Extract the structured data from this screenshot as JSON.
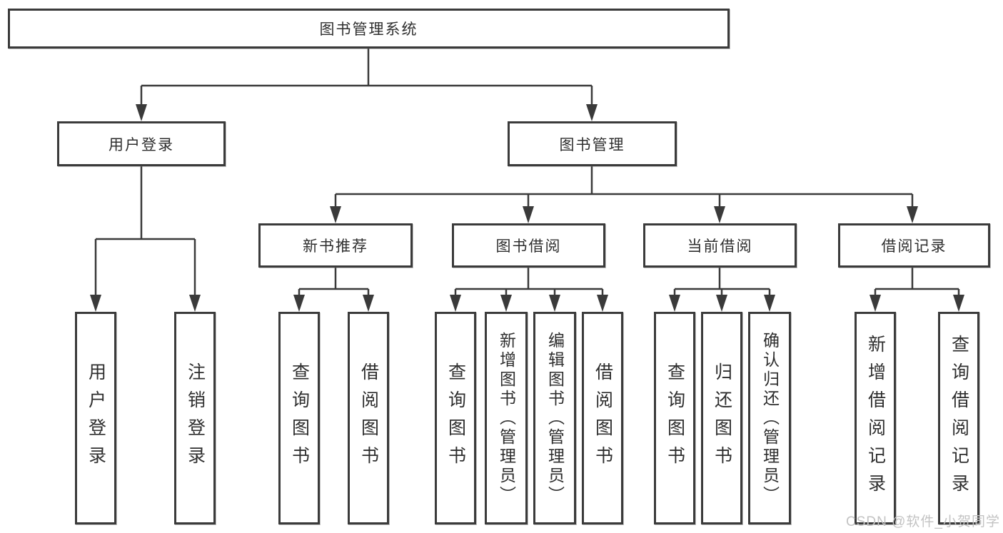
{
  "colors": {
    "line": "#3a3a3a",
    "box_border": "#3b3b3b",
    "box_fill": "#ffffff",
    "text": "#2e2e2e",
    "watermark": "#c3c3c3"
  },
  "watermark": {
    "text": "CSDN @软件_小贺同学"
  },
  "tree": {
    "root": {
      "label": "图书管理系统"
    },
    "branches": [
      {
        "label": "用户登录",
        "children": [
          {
            "label": "用户登录"
          },
          {
            "label": "注销登录"
          }
        ]
      },
      {
        "label": "图书管理",
        "children": [
          {
            "label": "新书推荐",
            "children": [
              {
                "label": "查询图书"
              },
              {
                "label": "借阅图书"
              }
            ]
          },
          {
            "label": "图书借阅",
            "children": [
              {
                "label": "查询图书"
              },
              {
                "label": "新增图书（管理员）"
              },
              {
                "label": "编辑图书（管理员）"
              },
              {
                "label": "借阅图书"
              }
            ]
          },
          {
            "label": "当前借阅",
            "children": [
              {
                "label": "查询图书"
              },
              {
                "label": "归还图书"
              },
              {
                "label": "确认归还（管理员）"
              }
            ]
          },
          {
            "label": "借阅记录",
            "children": [
              {
                "label": "新增借阅记录"
              },
              {
                "label": "查询借阅记录"
              }
            ]
          }
        ]
      }
    ]
  }
}
